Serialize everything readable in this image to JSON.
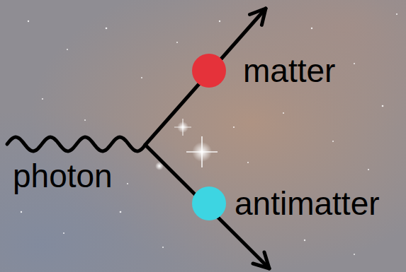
{
  "diagram": {
    "nodes": [
      {
        "text": [
          "matter"
        ]
      },
      {
        "text": [
          "antimatter"
        ]
      }
    ],
    "labels": [
      "photon"
    ]
  }
}
